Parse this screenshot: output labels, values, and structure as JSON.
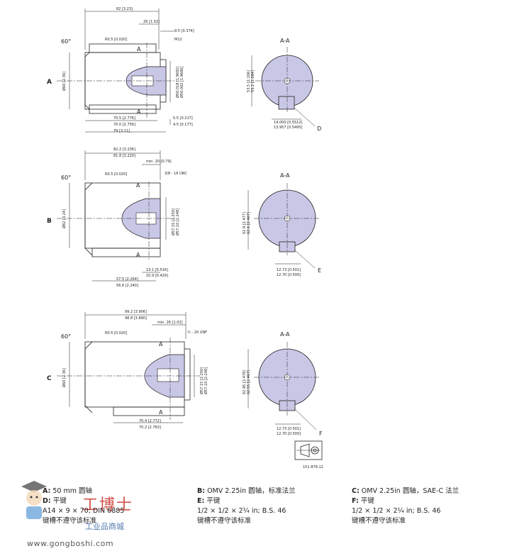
{
  "figure_id": "151-878.12",
  "views": {
    "a": {
      "row_label": "A",
      "section_title": "A-A",
      "angle": "60°",
      "radius": "R0.5 [0.020]",
      "section_marker": "A",
      "dim_overall_top": "82 [3.23]",
      "dim_thread_depth": "26 [1.02]",
      "dim_short": "9.5 [0.374]",
      "thread": "M12",
      "dim_diameter_left": "Ø60 [2.36]",
      "dim_diameter_right": "Ø50.018 [1.9692]\nØ50.002 [1.9686]",
      "dim_bottom_1": "70.5 [2.776]",
      "dim_bottom_2": "70.0 [2.756]",
      "dim_bottom_3": "79 [3.11]",
      "dim_right_1": "5.5 [0.217]",
      "dim_right_2": "4.5 [0.177]",
      "sec_height": "53.5 [2.106]\n53.2 [2.094]",
      "sec_key_1": "14.000 [0.5512]",
      "sec_key_2": "13.957 [0.5495]",
      "callout": "D"
    },
    "b": {
      "row_label": "B",
      "section_title": "A-A",
      "angle": "60°",
      "radius": "R0.5 [0.020]",
      "section_marker": "A",
      "dim_top_1": "82.2 [3.236]",
      "dim_top_2": "81.8 [3.220]",
      "dim_min": "min. 20 [0.79]",
      "thread": "3/8 - 16 UNC",
      "dim_diameter_left": "Ø82 [3.24]",
      "dim_diameter_right": "Ø57.15 [2.250]\nØ57.10 [2.248]",
      "dim_right_1": "13.1 [0.516]",
      "dim_right_2": "10.9 [0.429]",
      "dim_bottom_1": "57.5 [2.264]",
      "dim_bottom_2": "56.6 [2.240]",
      "sec_height": "62.9 [2.477]\n62.6 [2.467]",
      "sec_key_1": "12.73 [0.501]",
      "sec_key_2": "12.70 [0.500]",
      "callout": "E"
    },
    "c": {
      "row_label": "C",
      "section_title": "A-A",
      "angle": "60°",
      "radius": "R0.5 [0.020]",
      "section_marker": "A",
      "dim_top_1": "99.2 [3.906]",
      "dim_top_2": "98.8 [3.890]",
      "dim_min": "min. 26 [1.02]",
      "thread": "½ - 20 UNF",
      "dim_diameter_left": "Ø60 [2.36]",
      "dim_diameter_right": "Ø57.15 [2.250]\nØ57.10 [2.248]",
      "dim_bottom_1": "70.4 [2.772]",
      "dim_bottom_2": "70.2 [2.763]",
      "sec_height": "62.95 [2.478]\n62.55 [2.467]",
      "sec_key_1": "12.73 [0.501]",
      "sec_key_2": "12.70 [0.500]",
      "callout": "F"
    }
  },
  "captions": [
    {
      "heading_letter": "A:",
      "heading_text": " 50 mm 圆轴",
      "key_letter": "D:",
      "key_text": " 平键",
      "line_2": "A14 × 9 × 70; DIN 6885",
      "line_3": "键槽不遵守该标准"
    },
    {
      "heading_letter": "B:",
      "heading_text": " OMV 2.25in 圆轴，标准法兰",
      "key_letter": "E:",
      "key_text": " 平键",
      "line_2": "1/2 × 1/2 × 2¼ in; B.S. 46",
      "line_3": "键槽不遵守该标准"
    },
    {
      "heading_letter": "C:",
      "heading_text": " OMV 2.25in 圆轴，SAE-C 法兰",
      "key_letter": "F:",
      "key_text": " 平键",
      "line_2": "1/2 × 1/2 × 2¼ in; B.S. 46",
      "line_3": "键槽不遵守该标准"
    }
  ],
  "watermark": {
    "name": "工博士",
    "subtitle": "工业品商城",
    "url": "www.gongboshi.com"
  },
  "colors": {
    "section_fill": "#c9c7e6",
    "line": "#231f20",
    "watermark_red": "#c9342c",
    "watermark_blue": "#3f6aa8"
  }
}
